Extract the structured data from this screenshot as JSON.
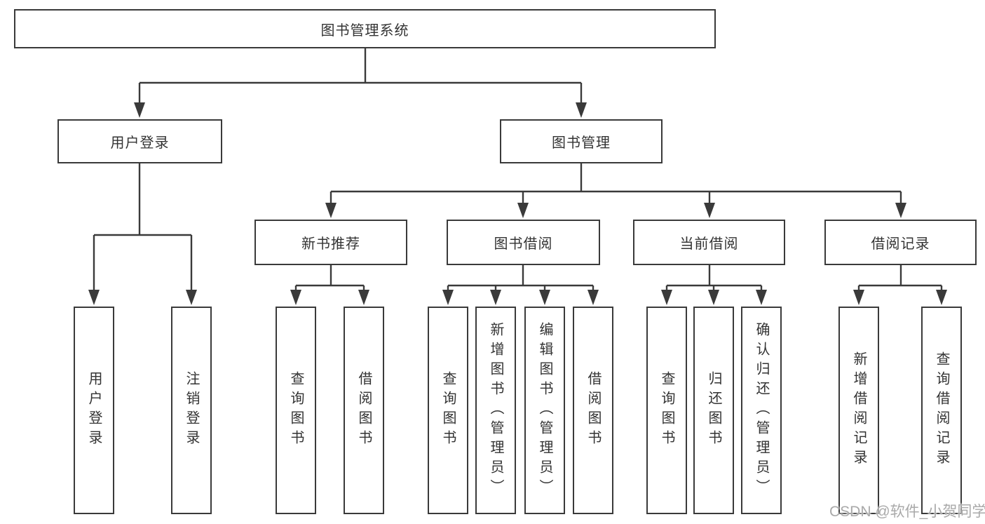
{
  "diagram": {
    "root": {
      "label": "图书管理系统"
    },
    "user_login": {
      "label": "用户登录",
      "children": [
        {
          "label": "用户登录"
        },
        {
          "label": "注销登录"
        }
      ]
    },
    "book_mgmt": {
      "label": "图书管理",
      "children": [
        {
          "label": "新书推荐",
          "children": [
            {
              "label": "查询图书"
            },
            {
              "label": "借阅图书"
            }
          ]
        },
        {
          "label": "图书借阅",
          "children": [
            {
              "label": "查询图书"
            },
            {
              "label": "新增图书（管理员）"
            },
            {
              "label": "编辑图书（管理员）"
            },
            {
              "label": "借阅图书"
            }
          ]
        },
        {
          "label": "当前借阅",
          "children": [
            {
              "label": "查询图书"
            },
            {
              "label": "归还图书"
            },
            {
              "label": "确认归还（管理员）"
            }
          ]
        },
        {
          "label": "借阅记录",
          "children": [
            {
              "label": "新增借阅记录"
            },
            {
              "label": "查询借阅记录"
            }
          ]
        }
      ]
    }
  },
  "watermark": {
    "text": "CSDN @软件_小贺同学",
    "color": "#a9a9a9"
  },
  "colors": {
    "line": "#3a3a3a",
    "text": "#333333",
    "background": "#ffffff"
  }
}
